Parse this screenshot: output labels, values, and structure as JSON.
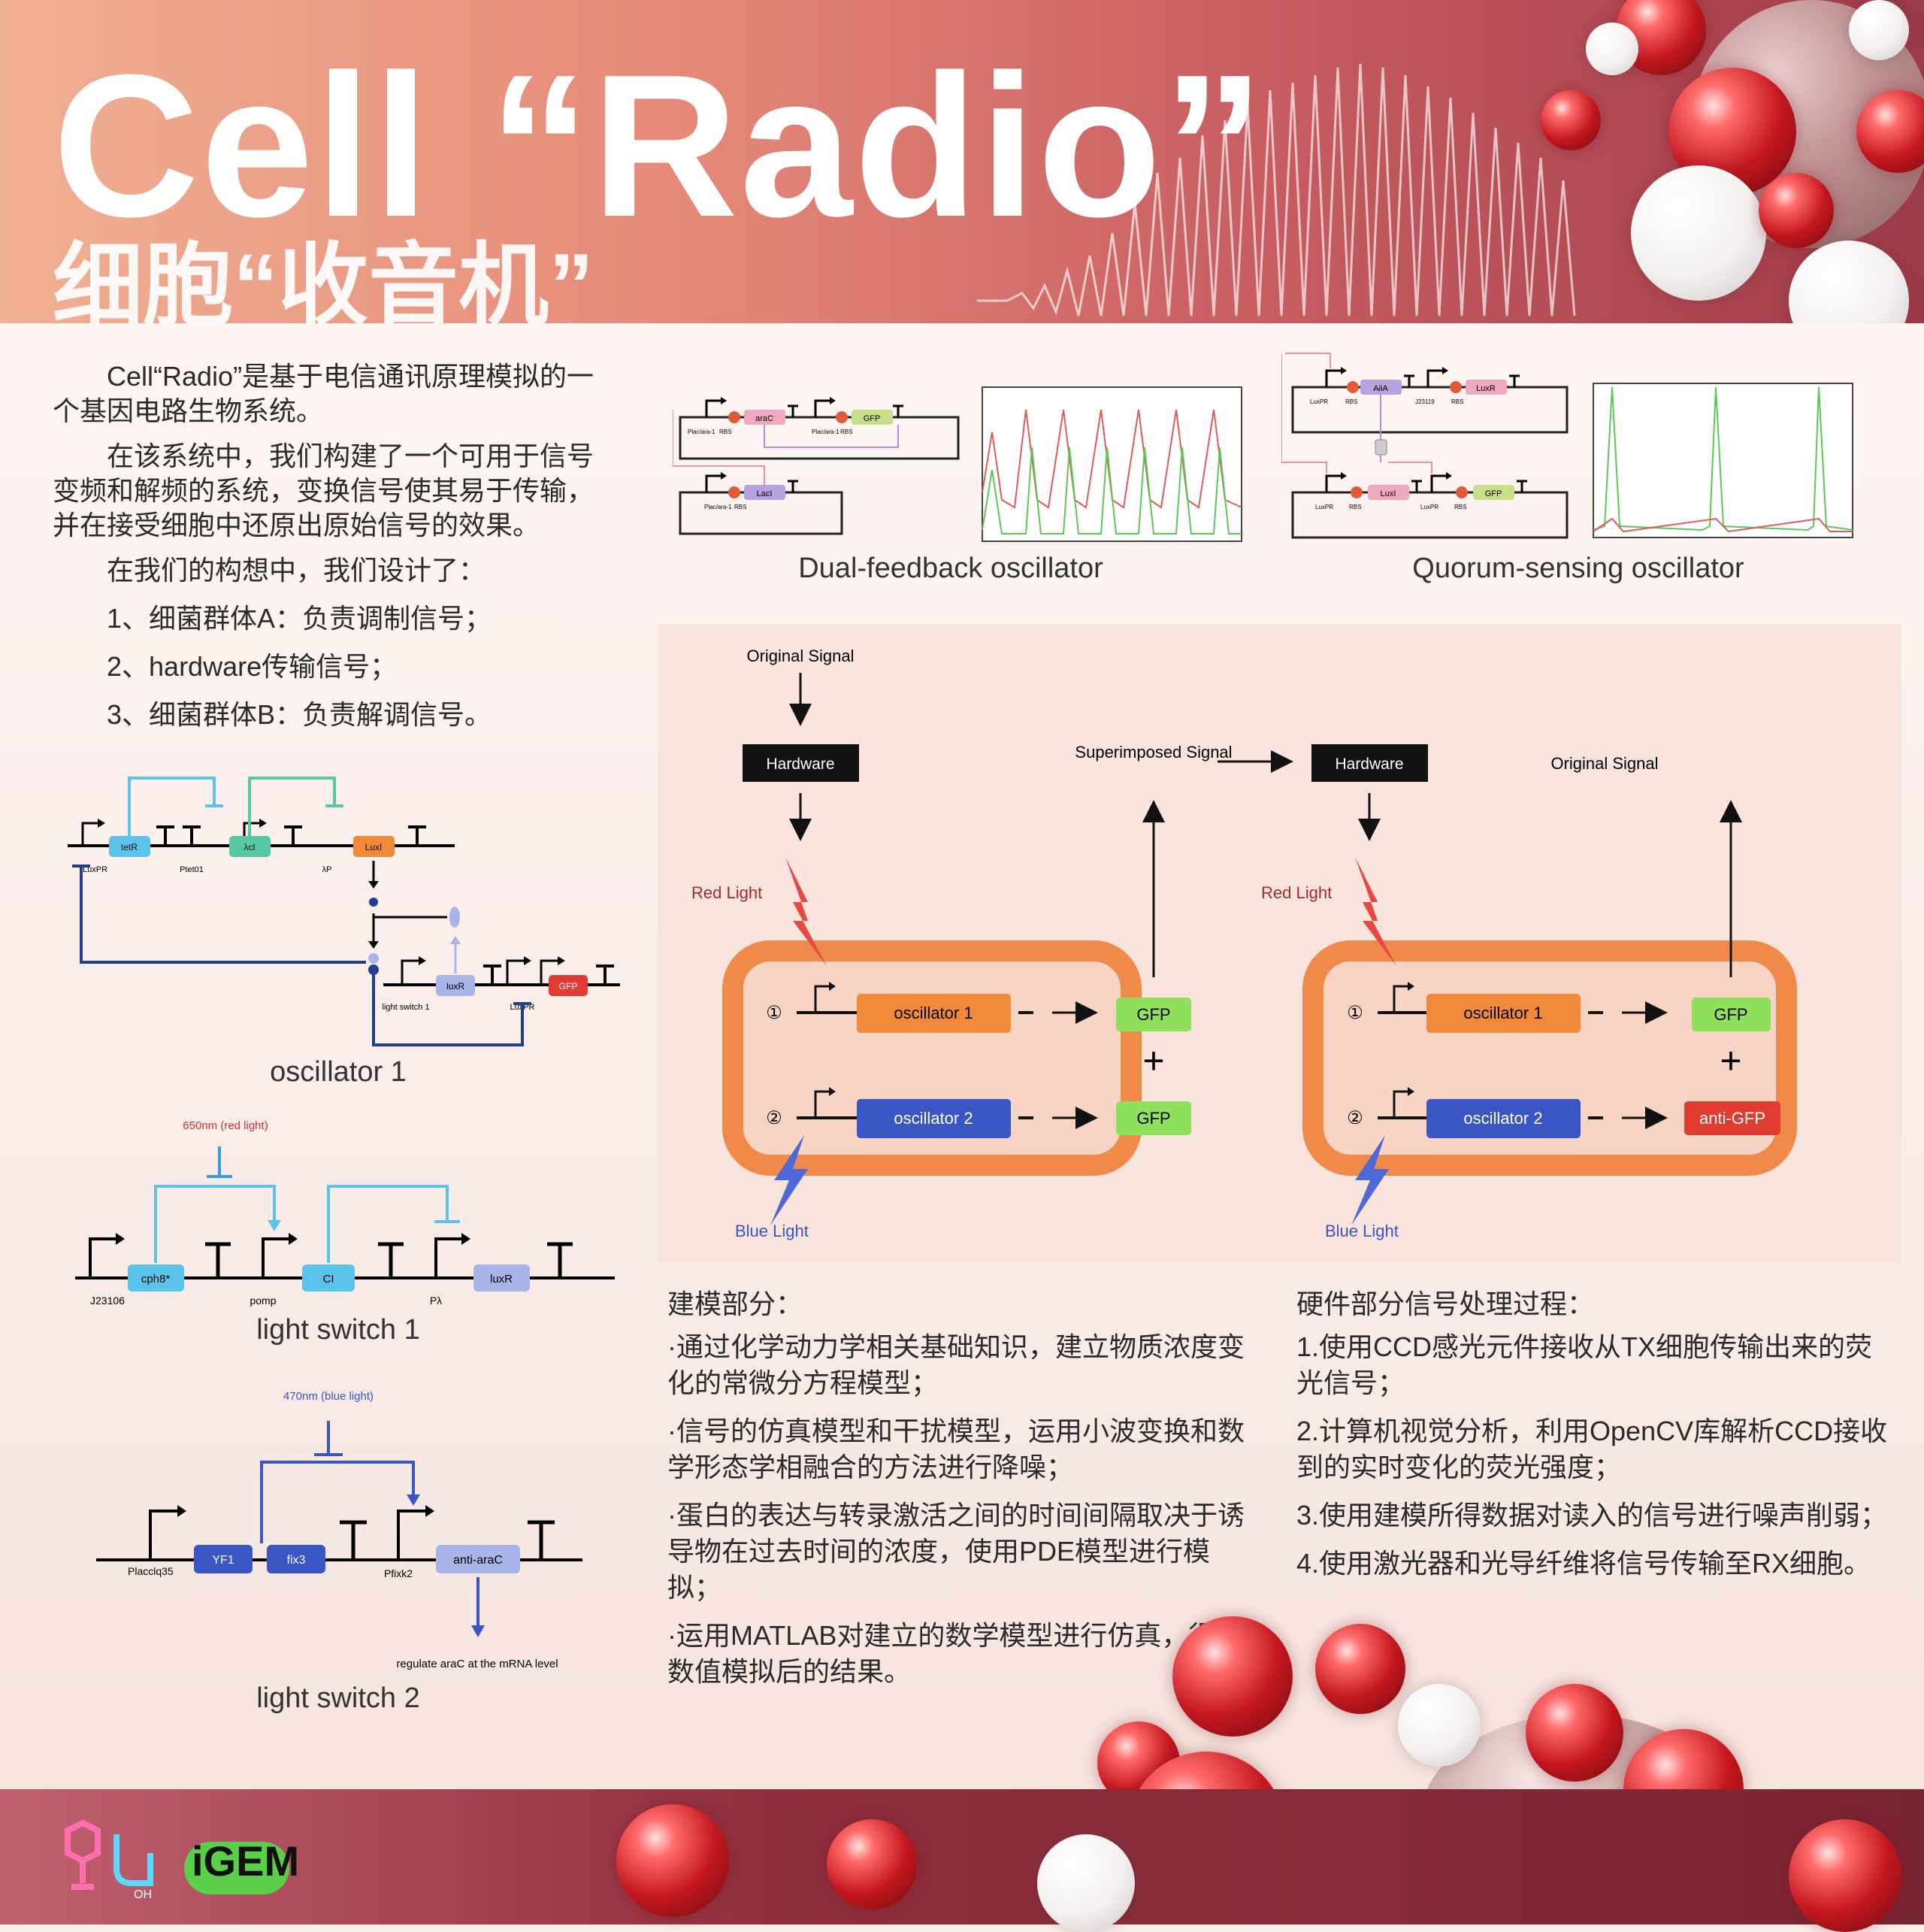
{
  "header": {
    "title_en": "Cell “Radio”",
    "title_cn": "细胞“收音机”"
  },
  "intro": {
    "p1": "Cell“Radio”是基于电信通讯原理模拟的一个基因电路生物系统。",
    "p2": "在该系统中，我们构建了一个可用于信号变频和解频的系统，变换信号使其易于传输，并在接受细胞中还原出原始信号的效果。",
    "p3": "在我们的构想中，我们设计了：",
    "items": [
      "1、细菌群体A：负责调制信号；",
      "2、hardware传输信号；",
      "3、细菌群体B：负责解调信号。"
    ]
  },
  "oscillator1": {
    "caption": "oscillator 1",
    "genes": {
      "tetR": "tetR",
      "lambda_ci": "λcI",
      "luxI": "LuxI",
      "luxR": "luxR",
      "gfp": "GFP"
    },
    "promoters": {
      "luxpr": "LuxPR",
      "ptet": "Ptet01",
      "lp": "λP",
      "ls1": "light switch 1",
      "luxpr2": "LuxPR"
    }
  },
  "light_switch1": {
    "caption": "light switch 1",
    "signal": "650nm (red light)",
    "genes": {
      "cph8": "cph8*",
      "ci": "CI",
      "luxr": "luxR"
    },
    "promoters": {
      "j": "J23106",
      "pomp": "pomp",
      "pl": "Pλ"
    }
  },
  "light_switch2": {
    "caption": "light switch 2",
    "signal": "470nm (blue light)",
    "genes": {
      "yf1": "YF1",
      "fix3": "fix3",
      "antiarac": "anti-araC"
    },
    "promoters": {
      "placiq": "Placclq35",
      "pfixk": "Pfixk2"
    },
    "note": "regulate araC at the mRNA level"
  },
  "dual_feedback": {
    "caption": "Dual-feedback oscillator",
    "genes": {
      "arac": "araC",
      "gfp": "GFP",
      "laci": "LacI"
    },
    "labels": {
      "p1": "Plac/ara-1",
      "rbs1": "RBS",
      "p2": "Plac/ara-1",
      "rbs2": "RBS",
      "p3": "Plac/ara-1",
      "rbs3": "RBS"
    }
  },
  "quorum": {
    "caption": "Quorum-sensing oscillator",
    "genes": {
      "aiia": "AiiA",
      "luxr": "LuxR",
      "luxi": "LuxI",
      "gfp": "GFP"
    },
    "labels": {
      "a": "LuxPR",
      "b": "RBS",
      "c": "J23119",
      "d": "RBS",
      "e": "LuxPR",
      "f": "RBS",
      "g": "LuxPR",
      "h": "RBS"
    }
  },
  "block": {
    "left": {
      "orig": "Original Signal",
      "hw": "Hardware",
      "red": "Red Light",
      "blue": "Blue Light",
      "osc1": "oscillator 1",
      "osc2": "oscillator 2",
      "out1": "GFP",
      "out2": "GFP",
      "n1": "①",
      "n2": "②",
      "plus": "+"
    },
    "mid": {
      "superimposed": "Superimposed Signal"
    },
    "right": {
      "orig": "Original Signal",
      "hw": "Hardware",
      "red": "Red Light",
      "blue": "Blue Light",
      "osc1": "oscillator 1",
      "osc2": "oscillator 2",
      "out1": "GFP",
      "out2": "anti-GFP",
      "n1": "①",
      "n2": "②",
      "plus": "+"
    }
  },
  "model": {
    "title": "建模部分：",
    "bullets": [
      "·通过化学动力学相关基础知识，建立物质浓度变化的常微分方程模型；",
      "·信号的仿真模型和干扰模型，运用小波变换和数学形态学相融合的方法进行降噪；",
      "·蛋白的表达与转录激活之间的时间间隔取决于诱导物在过去时间的浓度，使用PDE模型进行模拟；",
      "·运用MATLAB对建立的数学模型进行仿真，得出数值模拟后的结果。"
    ]
  },
  "hardware": {
    "title": "硬件部分信号处理过程：",
    "bullets": [
      "1.使用CCD感光元件接收从TX细胞传输出来的荧光信号；",
      "2.计算机视觉分析，利用OpenCV库解析CCD接收到的实时变化的荧光强度；",
      "3.使用建模所得数据对读入的信号进行噪声削弱；",
      "4.使用激光器和光导纤维将信号传输至RX细胞。"
    ]
  },
  "footer": {
    "igem": "iGEM",
    "oh": "OH"
  },
  "colors": {
    "orange": "#f08a4b",
    "blue_box": "#3a55c4",
    "green_box": "#8fe05a",
    "red_box": "#e03b2e",
    "light_red": "#e8483f",
    "light_blue": "#4f68d8"
  }
}
